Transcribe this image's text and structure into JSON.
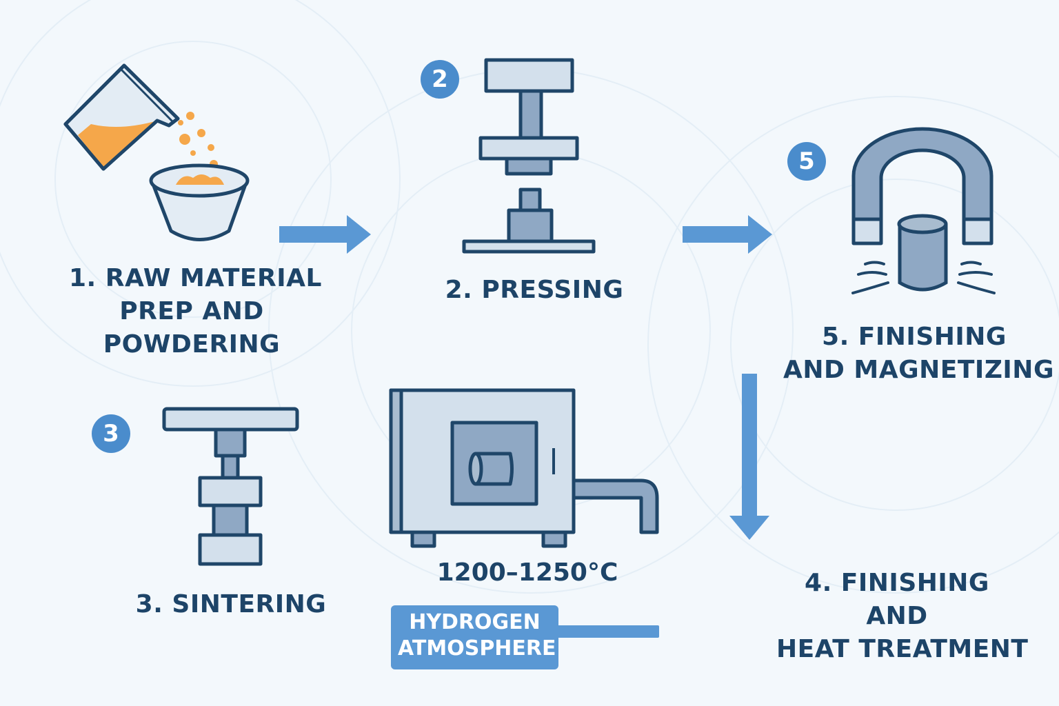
{
  "steps": {
    "raw_material": {
      "line1": "1.  RAW MATERIAL",
      "line2": "PREP AND",
      "line3": "POWDERING"
    },
    "pressing": {
      "line1": "2.  PRESSING"
    },
    "sintering": {
      "line1": "3.  SINTERING"
    },
    "heat_treatment": {
      "line1": "4.  FINISHING",
      "line2": "AND",
      "line3": "HEAT TREATMENT"
    },
    "magnetizing": {
      "line1": "5.  FINISHING",
      "line2": "AND MAGNETIZING"
    }
  },
  "badges": {
    "pressing": "2",
    "sintering": "3",
    "magnetizing": "5"
  },
  "furnace": {
    "temperature": "1200–1250°C",
    "atmosphere_line1": "HYDROGEN",
    "atmosphere_line2": "ATMOSPHERE"
  },
  "colors": {
    "background": "#f3f8fc",
    "text": "#1d4468",
    "accent": "#4a8ccc",
    "arrow": "#5a98d4",
    "outline": "#1f4669",
    "fill_light": "#d3e0ec",
    "fill_mid": "#8fa8c4",
    "powder": "#f5a74a"
  }
}
